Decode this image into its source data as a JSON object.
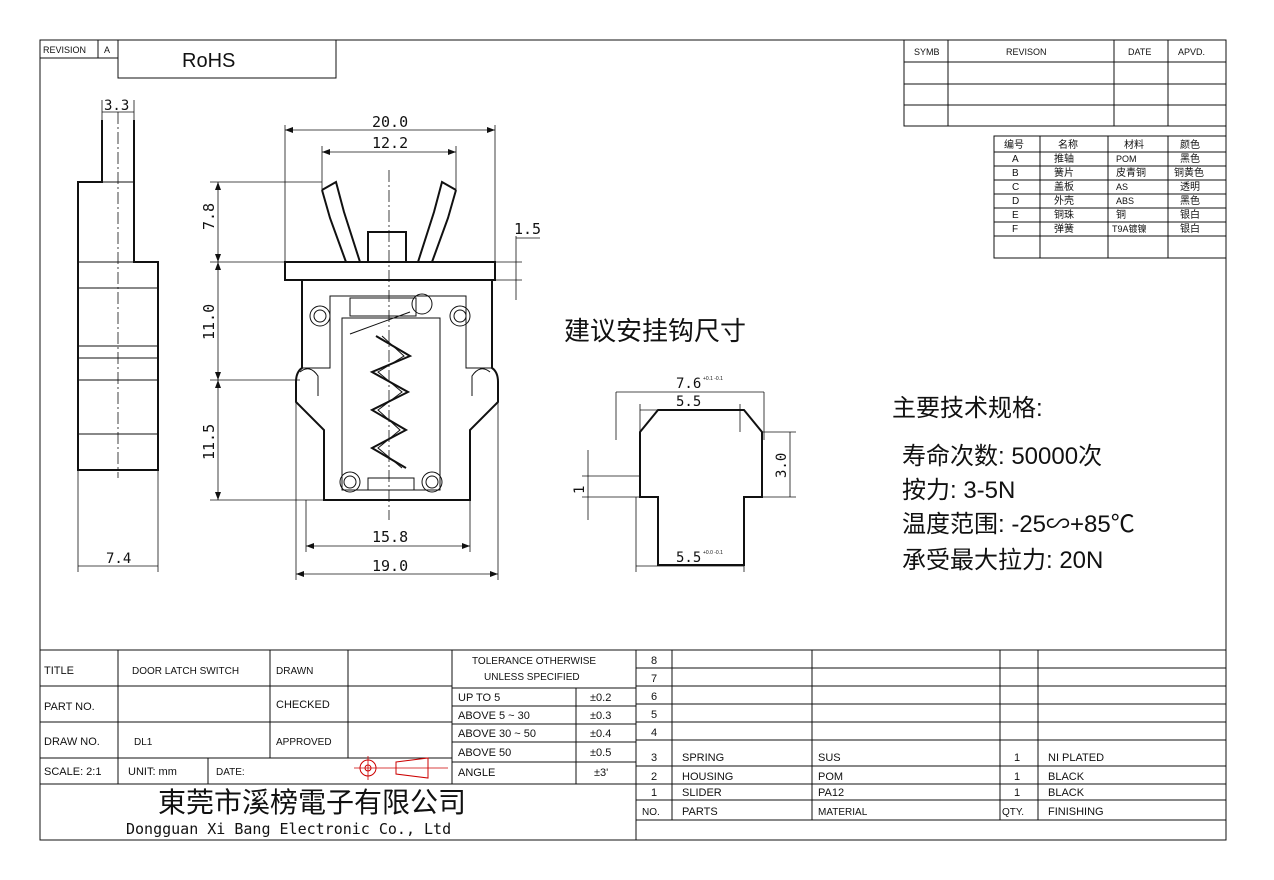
{
  "revision_box": {
    "label": "REVISION",
    "value": "A",
    "rohs": "RoHS"
  },
  "revision_table": {
    "headers": [
      "SYMB",
      "REVISON",
      "DATE",
      "APVD."
    ],
    "rows": [
      [
        "",
        "",
        "",
        ""
      ],
      [
        "",
        "",
        "",
        ""
      ],
      [
        "",
        "",
        "",
        ""
      ]
    ]
  },
  "material_table": {
    "headers": [
      "编号",
      "名称",
      "材料",
      "颜色"
    ],
    "rows": [
      [
        "A",
        "推轴",
        "POM",
        "黑色"
      ],
      [
        "B",
        "簧片",
        "皮青铜",
        "铜黄色"
      ],
      [
        "C",
        "盖板",
        "AS",
        "透明"
      ],
      [
        "D",
        "外壳",
        "ABS",
        "黑色"
      ],
      [
        "E",
        "铜珠",
        "铜",
        "银白"
      ],
      [
        "F",
        "弹簧",
        "T9A镀镍",
        "银白"
      ]
    ]
  },
  "dimensions": {
    "side_top": "3.3",
    "side_bottom": "7.4",
    "front_overall": "20.0",
    "front_inner": "12.2",
    "front_h1": "7.8",
    "front_h2": "11.0",
    "front_h3": "11.5",
    "front_flange": "1.5",
    "front_bottom_inner": "15.8",
    "front_bottom_outer": "19.0",
    "hook_top_outer": "7.6",
    "hook_top_outer_tol": "+0.1 -0.1",
    "hook_top_inner": "5.5",
    "hook_height": "3.0",
    "hook_small": "1",
    "hook_bottom": "5.5",
    "hook_bottom_tol": "+0.0 -0.1"
  },
  "hook_title": "建议安挂钩尺寸",
  "specs": {
    "heading": "主要技术规格:",
    "lines": [
      "寿命次数: 50000次",
      "按力: 3-5N",
      "温度范围: -25∽+85℃",
      "承受最大拉力: 20N"
    ]
  },
  "title_block": {
    "title_label": "TITLE",
    "title_value": "DOOR LATCH SWITCH",
    "part_label": "PART NO.",
    "part_value": "",
    "draw_label": "DRAW NO.",
    "draw_value": "DL1",
    "scale": "SCALE: 2:1",
    "unit": "UNIT: mm",
    "date": "DATE:",
    "drawn": "DRAWN",
    "checked": "CHECKED",
    "approved": "APPROVED",
    "company_cn": "東莞市溪榜電子有限公司",
    "company_en": "Dongguan Xi Bang Electronic Co., Ltd"
  },
  "tolerance": {
    "heading1": "TOLERANCE OTHERWISE",
    "heading2": "UNLESS SPECIFIED",
    "rows": [
      [
        "UP TO 5",
        "±0.2"
      ],
      [
        "ABOVE 5 ~ 30",
        "±0.3"
      ],
      [
        "ABOVE 30 ~ 50",
        "±0.4"
      ],
      [
        "ABOVE 50",
        "±0.5"
      ],
      [
        "ANGLE",
        "±3'"
      ]
    ]
  },
  "parts_table": {
    "rows": [
      [
        "8",
        "",
        "",
        "",
        ""
      ],
      [
        "7",
        "",
        "",
        "",
        ""
      ],
      [
        "6",
        "",
        "",
        "",
        ""
      ],
      [
        "5",
        "",
        "",
        "",
        ""
      ],
      [
        "4",
        "",
        "",
        "",
        ""
      ],
      [
        "3",
        "SPRING",
        "SUS",
        "1",
        "NI PLATED"
      ],
      [
        "2",
        "HOUSING",
        "POM",
        "1",
        "BLACK"
      ],
      [
        "1",
        "SLIDER",
        "PA12",
        "1",
        "BLACK"
      ]
    ],
    "header": [
      "NO.",
      "PARTS",
      "MATERIAL",
      "QTY.",
      "FINISHING"
    ]
  }
}
